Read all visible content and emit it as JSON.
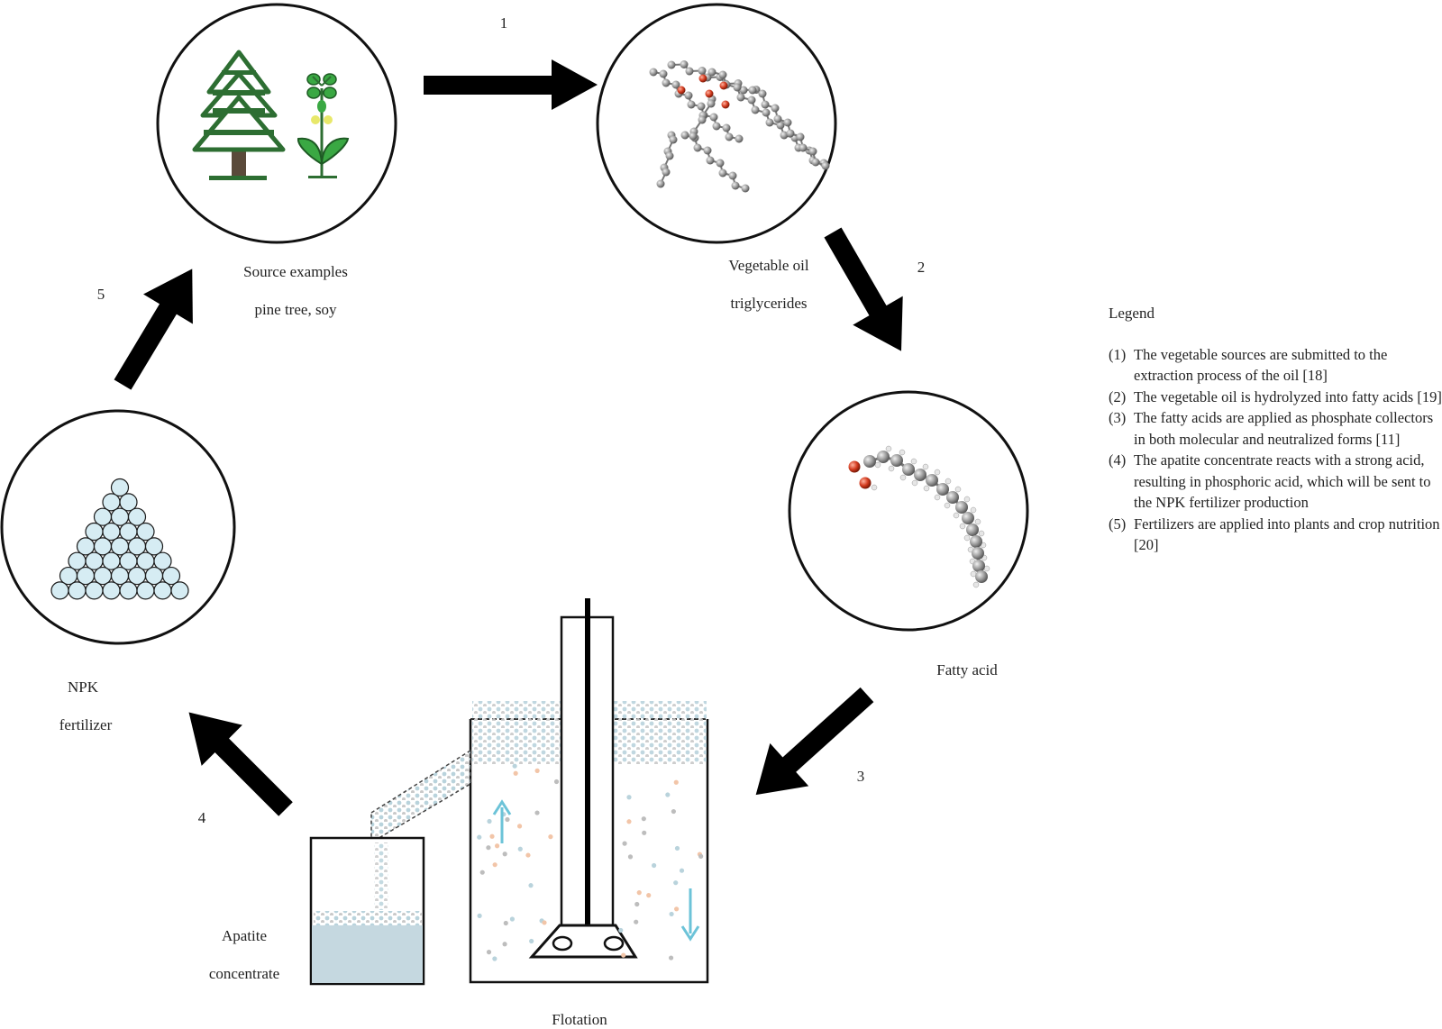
{
  "steps": {
    "s1": "1",
    "s2": "2",
    "s3": "3",
    "s4": "4",
    "s5": "5"
  },
  "nodes": {
    "source": {
      "line1": "Source examples",
      "line2": "pine tree, soy"
    },
    "oil": {
      "line1": "Vegetable oil",
      "line2": "triglycerides"
    },
    "fatty": {
      "line1": "Fatty acid"
    },
    "npk": {
      "line1": "NPK",
      "line2": "fertilizer"
    },
    "apatite": {
      "line1": "Apatite",
      "line2": "concentrate"
    },
    "flotation": {
      "line1": "Flotation"
    }
  },
  "legend": {
    "title": "Legend",
    "items": [
      {
        "num": "(1)",
        "text": "The vegetable sources are submitted to the extraction process of the oil [18]"
      },
      {
        "num": "(2)",
        "text": "The vegetable oil is hydrolyzed into fatty acids [19]"
      },
      {
        "num": "(3)",
        "text": "The fatty acids are applied as phosphate collectors in both molecular and neutralized forms [11]"
      },
      {
        "num": "(4)",
        "text": "The apatite concentrate reacts with a strong acid, resulting in phosphoric acid, which will be sent to the NPK fertilizer production"
      },
      {
        "num": "(5)",
        "text": "Fertilizers are applied into plants and crop nutrition [20]"
      }
    ]
  },
  "colors": {
    "arrow": "#000000",
    "tree_green": "#2d6e32",
    "tree_trunk": "#5a4a3a",
    "leaf_green": "#3aa843",
    "flower_yellow": "#e8e86a",
    "oxygen_red": "#d23a1e",
    "carbon_gray": "#8c8c8c",
    "granule_blue": "#d6ecf3",
    "liquid_blue": "#c5d8e0",
    "bubble_orange": "#f2c5a8",
    "flow_arrow_cyan": "#6cc3d8"
  },
  "icons": {
    "source": "pine-tree-and-soy-plant-icon",
    "oil": "triglyceride-molecule-icon",
    "fatty": "fatty-acid-molecule-icon",
    "npk": "granule-pile-icon",
    "flotation": "flotation-cell-icon"
  }
}
